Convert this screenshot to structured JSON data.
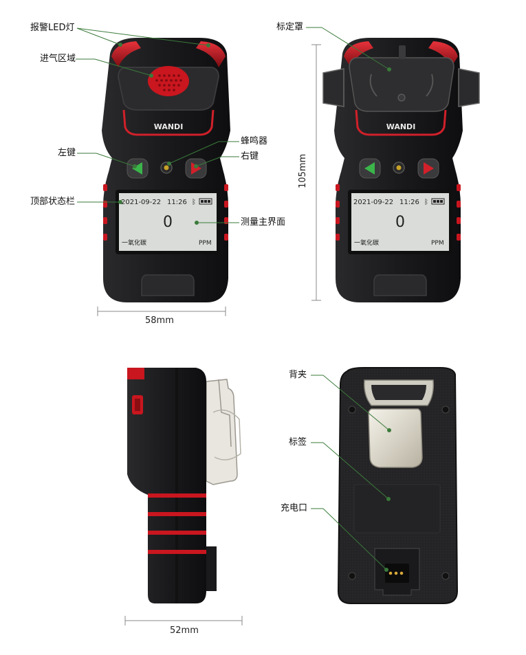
{
  "labels": {
    "alarm_led": "报警LED灯",
    "air_intake": "进气区域",
    "left_key": "左键",
    "buzzer": "蜂鸣器",
    "right_key": "右键",
    "top_status_bar": "顶部状态栏",
    "main_measure_screen": "测量主界面",
    "calibration_cover": "标定罩",
    "back_clip": "背夹",
    "tag_label": "标签",
    "charging_port": "充电口"
  },
  "dimensions": {
    "width_front": "58mm",
    "height": "105mm",
    "depth_side": "52mm"
  },
  "device": {
    "brand": "WANDI"
  },
  "screen": {
    "date": "2021-09-22",
    "time": "11:26",
    "value": "0",
    "gas": "一氧化碳",
    "unit": "PPM"
  },
  "colors": {
    "body": "#1c1c1e",
    "accent_red": "#d1202a",
    "key_green": "#3bb54a",
    "lcd": "#d9dcd8"
  }
}
